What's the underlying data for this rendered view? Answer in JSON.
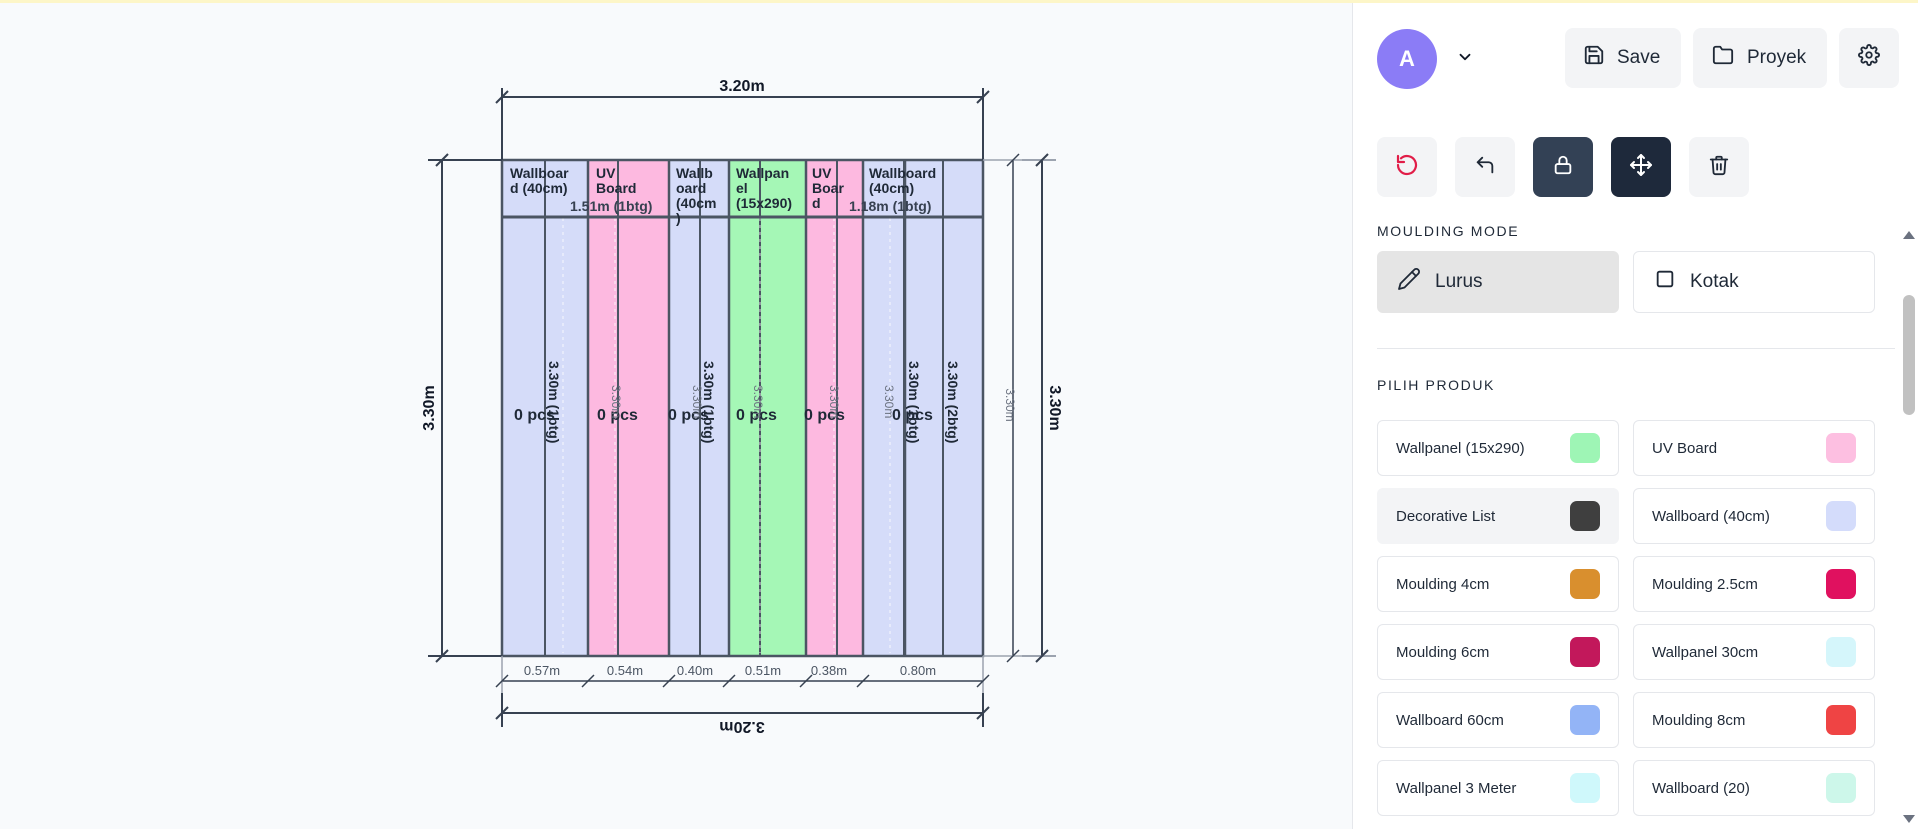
{
  "drawing": {
    "top_width": "3.20m",
    "bottom_width": "3.20m",
    "left_height": "3.30m",
    "right_height": "3.30m",
    "right_inner_height": "3.30m",
    "segment_widths": [
      "0.57m",
      "0.54m",
      "0.40m",
      "0.51m",
      "0.38m",
      "0.80m"
    ],
    "header_labels": [
      {
        "lines": [
          "Wallboar",
          "d (40cm)"
        ]
      },
      {
        "lines": [
          "UV",
          "Board"
        ]
      },
      {
        "lines": [
          "Wallb",
          "oard",
          "(40cm",
          ")"
        ]
      },
      {
        "lines": [
          "Wallpan",
          "el",
          "(15x290)"
        ]
      },
      {
        "lines": [
          "UV",
          "Boar",
          "d"
        ]
      },
      {
        "lines": [
          "Wallboard",
          "(40cm)"
        ]
      }
    ],
    "length_notes": [
      "1.51m (1btg)",
      "1.18m (1btg)"
    ],
    "pcs_labels": [
      "0 pcs",
      "0 pcs",
      "0 pcs",
      "0 pcs",
      "0 pcs",
      "0 pcs"
    ],
    "vertical_notes_bold": [
      "3.30m (1btg)",
      "3.30m (1btg)",
      "3.30m (1btg)",
      "3.30m (2btg)"
    ],
    "vertical_notes_light": [
      "3.30m",
      "3.30m",
      "3.30m",
      "3.30m",
      "3.30m"
    ],
    "colors": {
      "wallboard": "#d5dcf9",
      "uv_board": "#fdb9e0",
      "wallpanel": "#a5f7b6",
      "outline": "#4b5563"
    }
  },
  "panel": {
    "avatar_letter": "A",
    "save_label": "Save",
    "project_label": "Proyek",
    "moulding_mode_title": "MOULDING MODE",
    "mode_straight": "Lurus",
    "mode_box": "Kotak",
    "choose_product_title": "PILIH PRODUK",
    "products": [
      {
        "name": "Wallpanel (15x290)",
        "color": "#9ef5b5"
      },
      {
        "name": "UV Board",
        "color": "#fdbfe1"
      },
      {
        "name": "Decorative List",
        "color": "#3f3f3f"
      },
      {
        "name": "Wallboard (40cm)",
        "color": "#d4dcfb"
      },
      {
        "name": "Moulding 4cm",
        "color": "#d98f2e"
      },
      {
        "name": "Moulding 2.5cm",
        "color": "#e0115f"
      },
      {
        "name": "Moulding 6cm",
        "color": "#c2185b"
      },
      {
        "name": "Wallpanel 30cm",
        "color": "#d5f6fb"
      },
      {
        "name": "Wallboard 60cm",
        "color": "#93b4f6"
      },
      {
        "name": "Moulding 8cm",
        "color": "#ef4444"
      },
      {
        "name": "Wallpanel 3 Meter",
        "color": "#cff8fb"
      },
      {
        "name": "Wallboard (20)",
        "color": "#cdf7ea"
      }
    ],
    "icons": {
      "chevron": "chevron-down-icon",
      "save": "save-icon",
      "folder": "folder-icon",
      "settings": "gear-icon",
      "reset": "reset-icon",
      "undo": "undo-icon",
      "lock": "lock-icon",
      "move": "move-icon",
      "trash": "trash-icon",
      "pencil": "pencil-icon",
      "square": "square-icon"
    }
  }
}
